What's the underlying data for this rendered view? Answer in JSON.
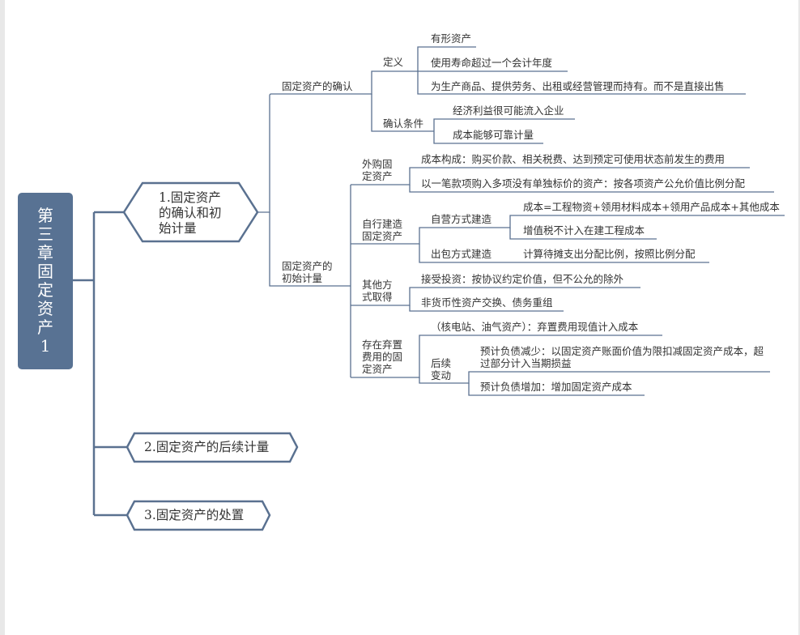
{
  "root": {
    "label": "第三章固定资产1"
  },
  "branches": [
    {
      "label": "1.固定资产的确认和初始计量"
    },
    {
      "label": "2.固定资产的后续计量"
    },
    {
      "label": "3.固定资产的处置"
    }
  ],
  "recognition": {
    "label": "固定资产的确认",
    "definition": {
      "label": "定义",
      "items": [
        "有形资产",
        "使用寿命超过一个会计年度",
        "为生产商品、提供劳务、出租或经营管理而持有。而不是直接出售"
      ]
    },
    "conditions": {
      "label": "确认条件",
      "items": [
        "经济利益很可能流入企业",
        "成本能够可靠计量"
      ]
    }
  },
  "initial": {
    "label": "固定资产的初始计量",
    "purchased": {
      "label": "外购固定资产",
      "items": [
        "成本构成：购买价款、相关税费、达到预定可使用状态前发生的费用",
        "以一笔款项购入多项没有单独标价的资产：按各项资产公允价值比例分配"
      ]
    },
    "self_built": {
      "label": "自行建造固定资产",
      "self_operated": {
        "label": "自营方式建造",
        "items": [
          "成本=工程物资+领用材料成本+领用产品成本+其他成本",
          "增值税不计入在建工程成本"
        ]
      },
      "contracted": {
        "label": "出包方式建造",
        "items": [
          "计算待摊支出分配比例，按照比例分配"
        ]
      }
    },
    "other": {
      "label": "其他方式取得",
      "items": [
        "接受投资：按协议约定价值，但不公允的除外",
        "非货币性资产交换、债务重组"
      ]
    },
    "abandon": {
      "label": "存在弃置费用的固定资产",
      "item": "（核电站、油气资产）：弃置费用现值计入成本",
      "subsequent": {
        "label": "后续变动",
        "items": [
          "预计负债减少：以固定资产账面价值为限扣减固定资产成本，超过部分计入当期损益",
          "预计负债增加：增加固定资产成本"
        ]
      }
    }
  }
}
